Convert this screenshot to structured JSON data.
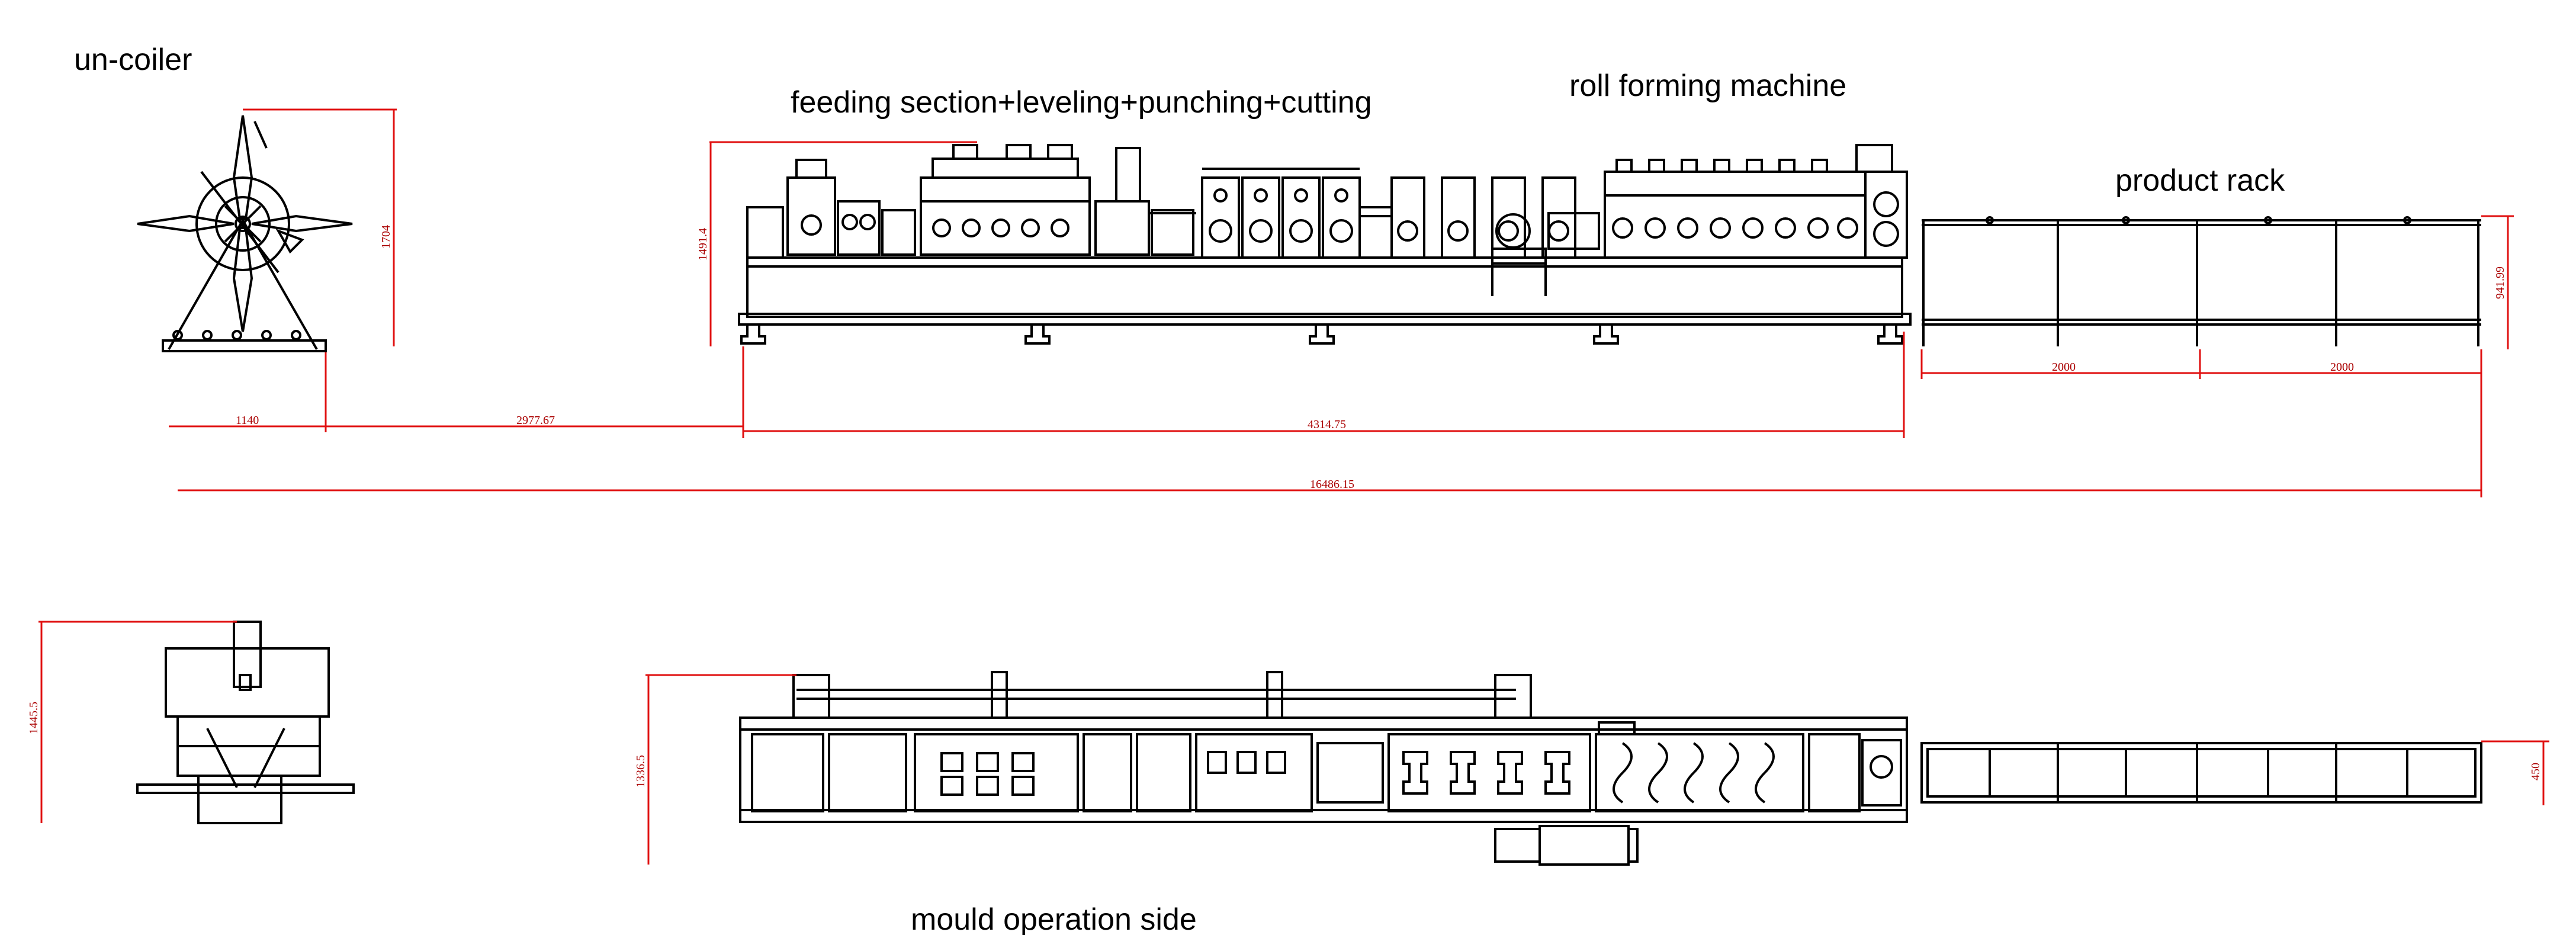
{
  "labels": {
    "uncoiler": "un-coiler",
    "feeding": "feeding section+leveling+punching+cutting",
    "rollforming": "roll forming machine",
    "rack": "product rack",
    "mould_side": "mould operation side"
  },
  "dimensions": {
    "uncoiler_height": "1704",
    "feeding_height": "1491.4",
    "rack_height": "941.99",
    "uncoiler_width": "1140",
    "gap_uncoiler_machine": "2977.67",
    "machine_length": "4314.75",
    "rack_section_1": "2000",
    "rack_section_2": "2000",
    "total_length": "16486.15",
    "uncoiler_plan_width": "1445.5",
    "machine_plan_width": "1336.5",
    "rack_plan_width": "450"
  },
  "colors": {
    "dimension_line": "#e01010",
    "drawing_line": "#000000"
  }
}
